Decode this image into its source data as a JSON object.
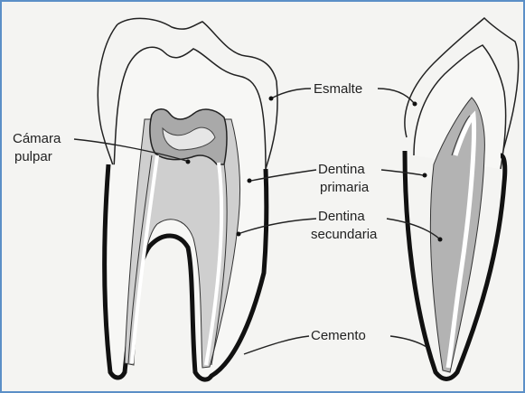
{
  "diagram": {
    "labels": {
      "esmalte": "Esmalte",
      "camara_line1": "Cámara",
      "camara_line2": "pulpar",
      "dentina_primaria_line1": "Dentina",
      "dentina_primaria_line2": "primaria",
      "dentina_secundaria_line1": "Dentina",
      "dentina_secundaria_line2": "secundaria",
      "cemento": "Cemento"
    },
    "colors": {
      "frame_border": "#5b8fc7",
      "background": "#f4f4f2",
      "pulp_gray": "#aaaaaa",
      "secondary_dentin_gray": "#c8c8c8",
      "outline": "#111111"
    }
  }
}
